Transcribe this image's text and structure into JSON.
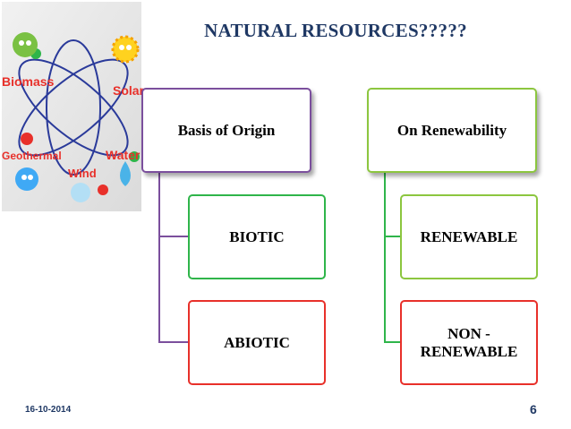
{
  "title": "NATURAL RESOURCES?????",
  "illustration": {
    "labels": [
      "Biomass",
      "Solar",
      "Geothermal",
      "Wind",
      "Water"
    ]
  },
  "left_group": {
    "header": "Basis of Origin",
    "children": [
      "BIOTIC",
      "ABIOTIC"
    ]
  },
  "right_group": {
    "header": "On Renewability",
    "children": [
      "RENEWABLE",
      "NON -\nRENEWABLE"
    ]
  },
  "footer": {
    "date": "16-10-2014",
    "page": "6"
  },
  "colors": {
    "title": "#1f3864",
    "left_header_border": "#7b4f9d",
    "left_connector": "#7b4f9d",
    "right_connector": "#2fb54a",
    "biotic_border": "#2fb54a",
    "abiotic_border": "#e8302a",
    "renewable_border": "#8cc63f",
    "nonrenewable_border": "#e8302a"
  }
}
